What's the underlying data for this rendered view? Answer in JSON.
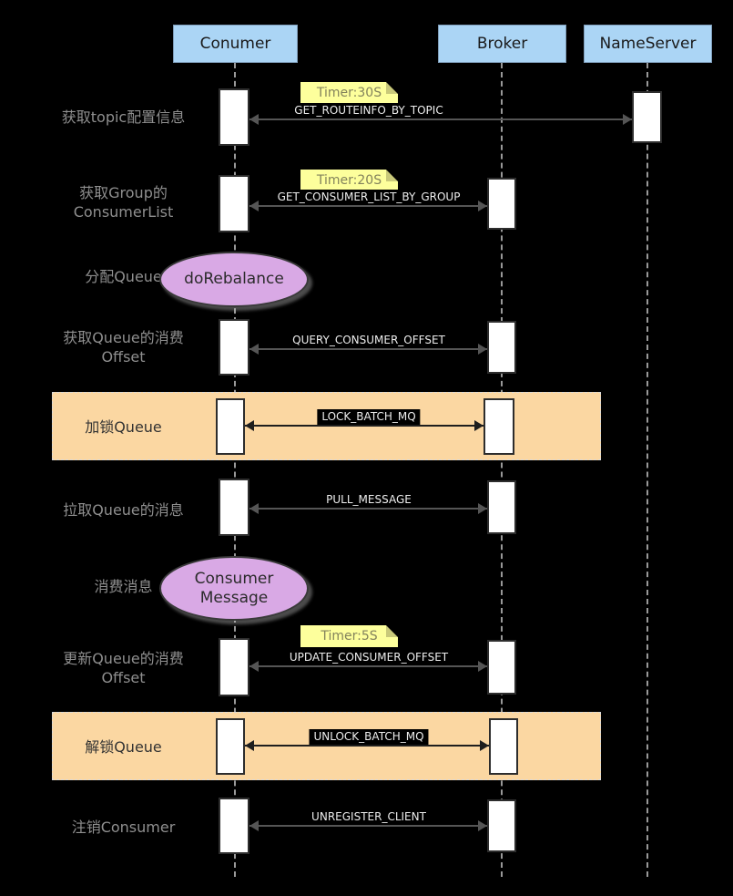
{
  "colors": {
    "bg": "#000000",
    "header_fill": "#ABD5F5",
    "header_border": "#7F9DB9",
    "header_text": "#1A1A1A",
    "label_color": "#8F8F8F",
    "band_label_color": "#333333",
    "act_fill": "#FFFFFF",
    "act_border": "#2D2D2D",
    "band_fill": "#FBD7A2",
    "band_border": "#D9D9D9",
    "note_fill": "#FDFF9C",
    "note_fold": "#C9C97A",
    "note_text": "#83835C",
    "ellipse_fill": "#D9A9E5",
    "ellipse_border": "#3A3A3A",
    "ellipse_text": "#2B2B2B",
    "arrow": "#555555",
    "arrow_dark": "#1E1E1E",
    "chip_bg": "#000000",
    "chip_text": "#EDEDED",
    "lifeline": "#999999"
  },
  "lifelines": {
    "consumer": "Conumer",
    "broker": "Broker",
    "nameserver": "NameServer"
  },
  "steps": {
    "s1": {
      "label": "获取topic配置信息",
      "timer": "Timer:30S",
      "message": "GET_ROUTEINFO_BY_TOPIC"
    },
    "s2": {
      "label_line1": "获取Group的",
      "label_line2": "ConsumerList",
      "timer": "Timer:20S",
      "message": "GET_CONSUMER_LIST_BY_GROUP"
    },
    "s3": {
      "label": "分配Queue",
      "node": "doRebalance"
    },
    "s4": {
      "label_line1": "获取Queue的消费",
      "label_line2": "Offset",
      "message": "QUERY_CONSUMER_OFFSET"
    },
    "s5": {
      "label": "加锁Queue",
      "message": "LOCK_BATCH_MQ"
    },
    "s6": {
      "label": "拉取Queue的消息",
      "message": "PULL_MESSAGE"
    },
    "s7": {
      "label": "消费消息",
      "node_line1": "Consumer",
      "node_line2": "Message"
    },
    "s8": {
      "label_line1": "更新Queue的消费",
      "label_line2": "Offset",
      "timer": "Timer:5S",
      "message": "UPDATE_CONSUMER_OFFSET"
    },
    "s9": {
      "label": "解锁Queue",
      "message": "UNLOCK_BATCH_MQ"
    },
    "s10": {
      "label": "注销Consumer",
      "message": "UNREGISTER_CLIENT"
    }
  }
}
